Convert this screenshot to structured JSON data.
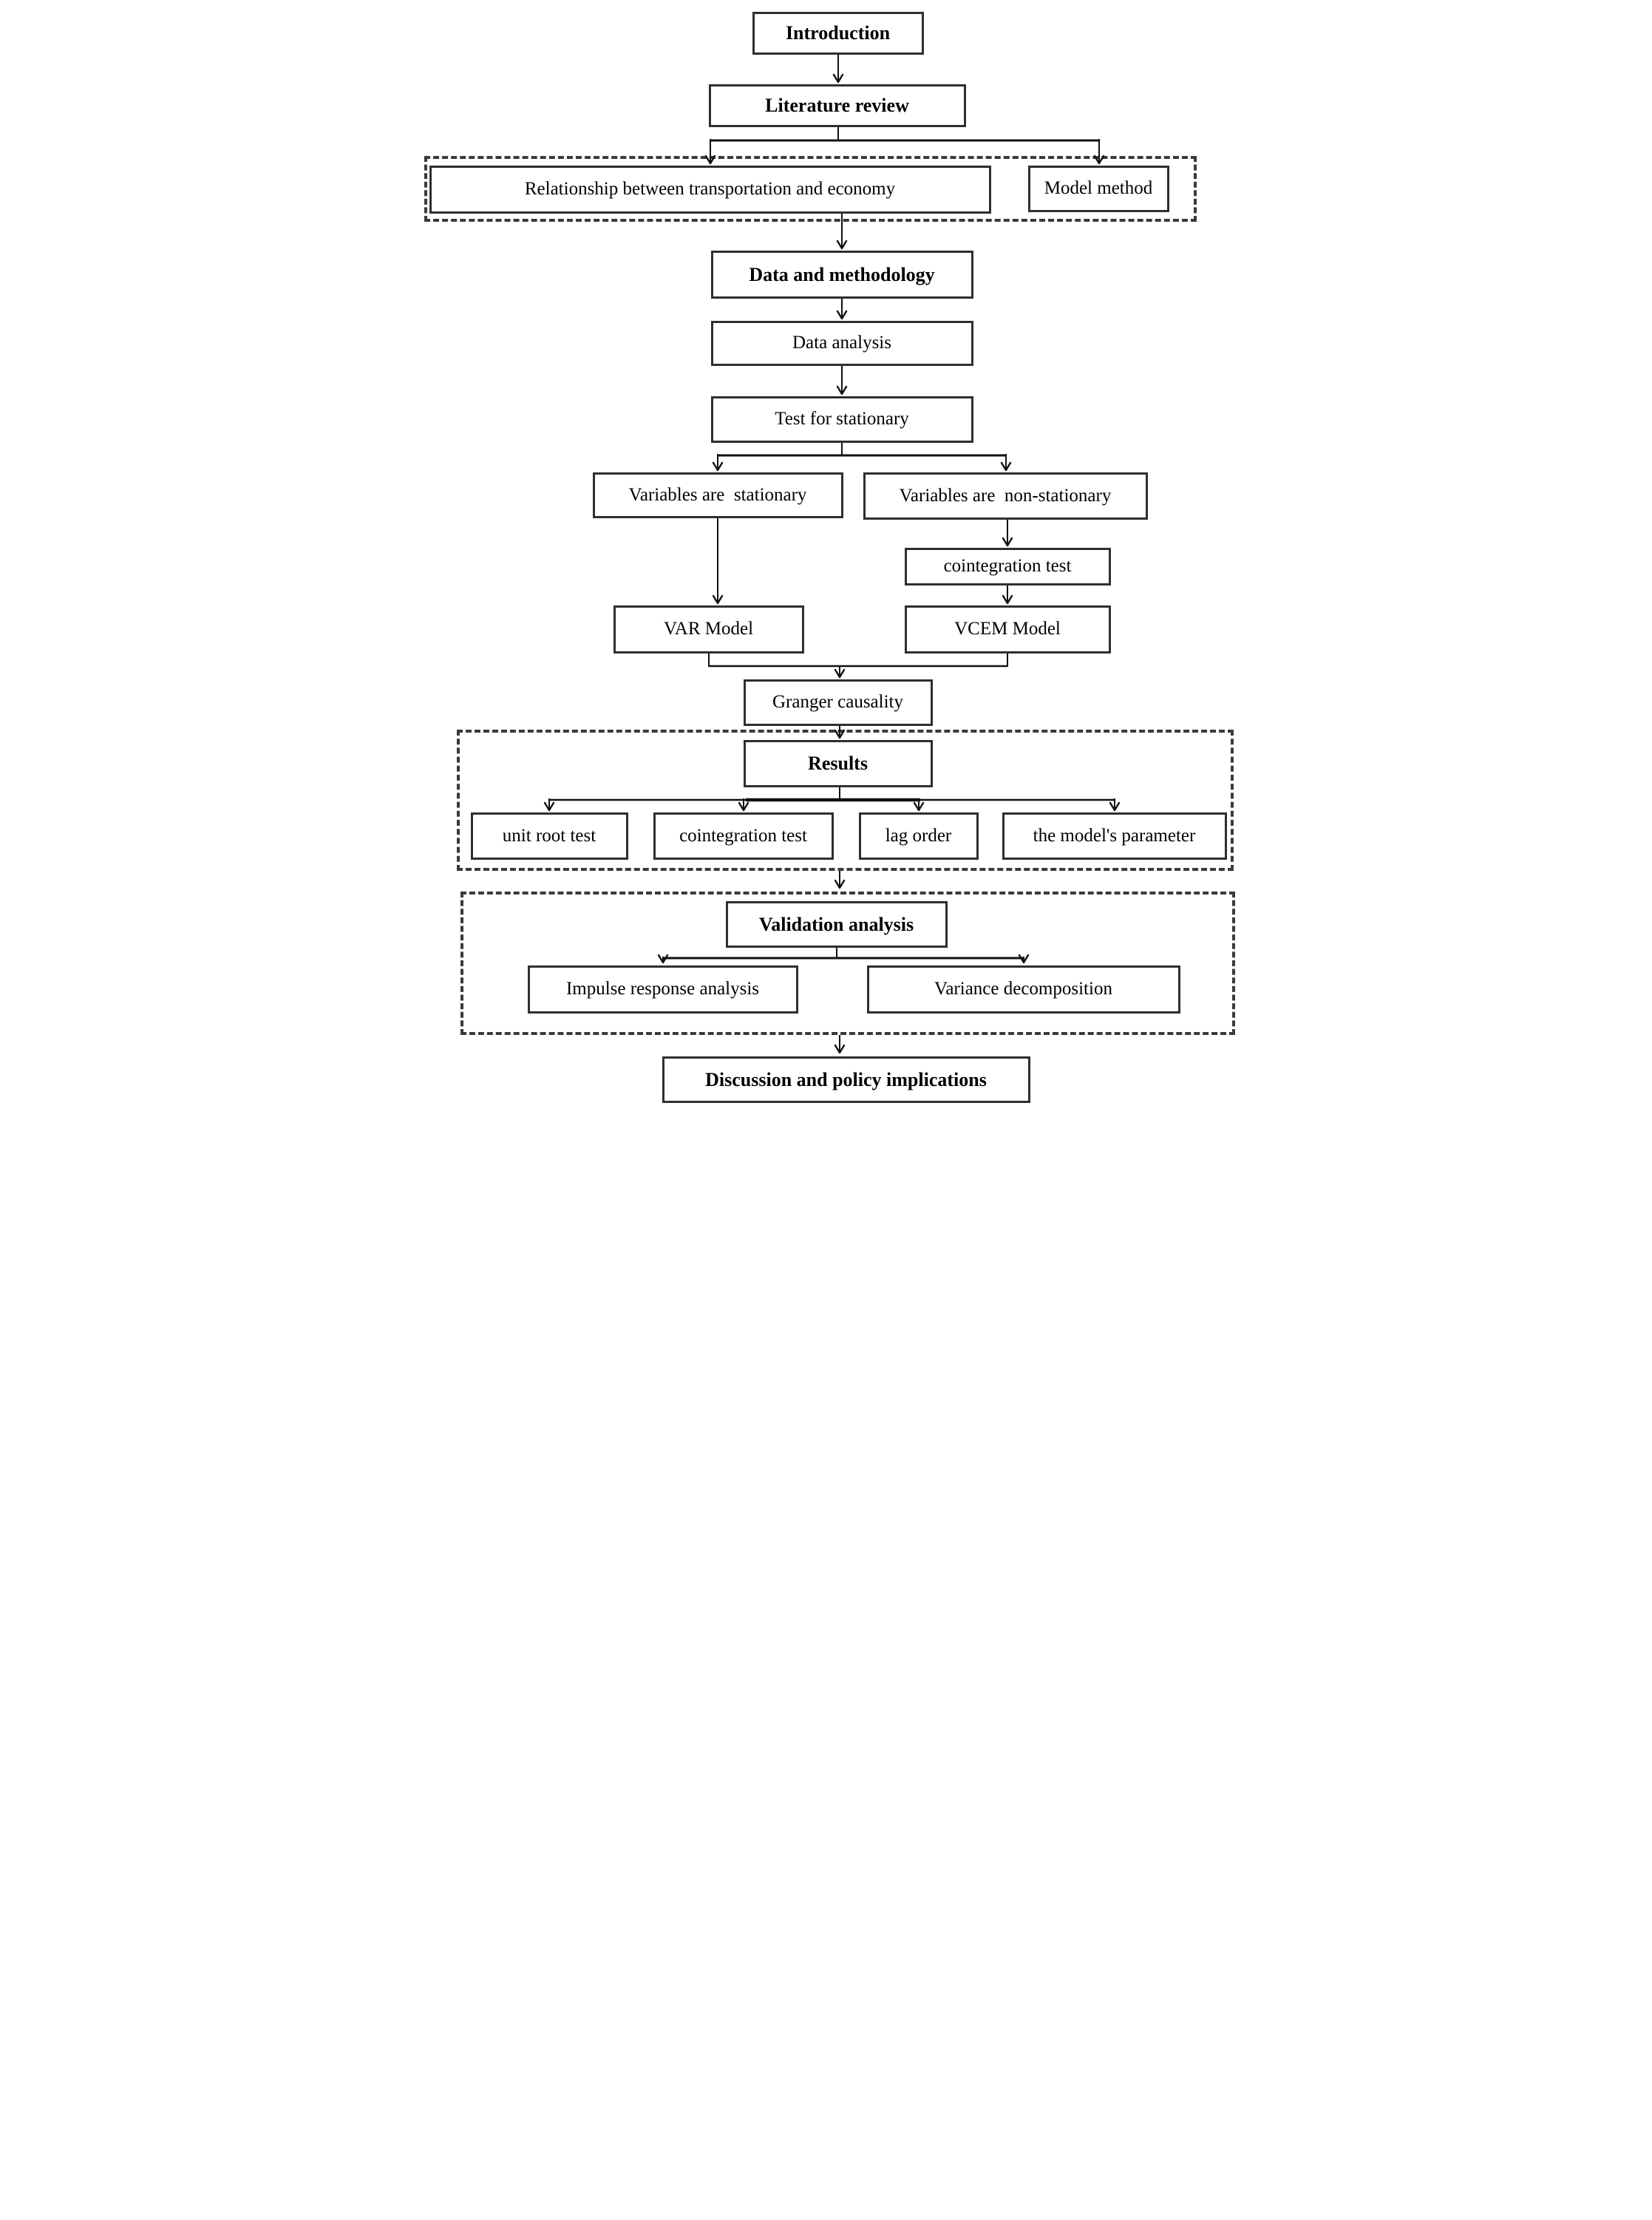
{
  "figure": {
    "type": "flowchart",
    "description": "Research methodology flowchart from introduction to discussion and policy implications"
  },
  "colors": {
    "background": "#ffffff",
    "text": "#000000",
    "box_border": "#2f2f2f",
    "dashed_group_border": "#3a3a3a",
    "connector_line": "#111111"
  },
  "nodes": {
    "introduction": {
      "label": "Introduction"
    },
    "literature_review": {
      "label": "Literature review"
    },
    "relationship": {
      "label": "Relationship between transportation and economy"
    },
    "model_method": {
      "label": "Model method"
    },
    "data_methodology": {
      "label": "Data and methodology"
    },
    "data_analysis": {
      "label": "Data analysis"
    },
    "test_stationary": {
      "label": "Test for stationary"
    },
    "variables_stationary": {
      "label": "Variables are  stationary"
    },
    "variables_nonstationary": {
      "label": "Variables are  non-stationary"
    },
    "cointegration_test_flow": {
      "label": "cointegration test"
    },
    "var_model": {
      "label": "VAR Model"
    },
    "vcem_model": {
      "label": "VCEM Model"
    },
    "granger_causality": {
      "label": "Granger causality"
    },
    "results": {
      "label": "Results"
    },
    "unit_root_test": {
      "label": "unit root test"
    },
    "cointegration_test_result": {
      "label": "cointegration test"
    },
    "lag_order": {
      "label": "lag order"
    },
    "model_parameter": {
      "label": "the model's parameter"
    },
    "validation_analysis": {
      "label": "Validation analysis"
    },
    "impulse_response": {
      "label": "Impulse response analysis"
    },
    "variance_decomposition": {
      "label": "Variance decomposition"
    },
    "discussion": {
      "label": "Discussion and policy implications"
    }
  }
}
